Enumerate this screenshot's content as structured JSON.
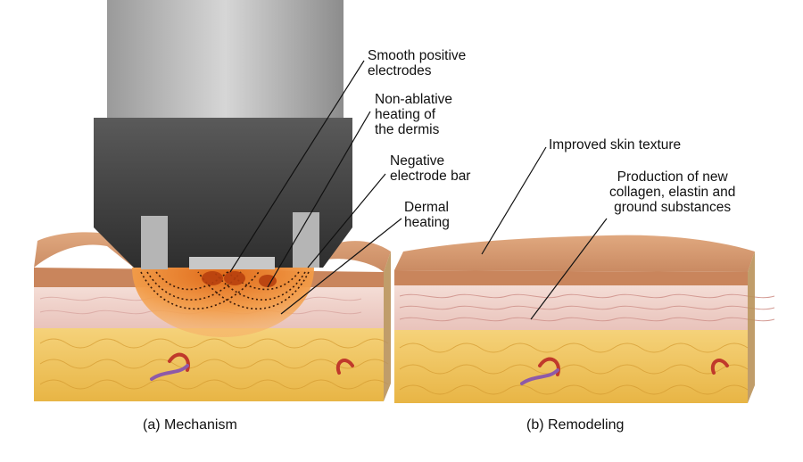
{
  "panels": [
    {
      "caption": "(a) Mechanism",
      "labels": [
        "Smooth positive\nelectrodes",
        "Non-ablative\nheating of\nthe dermis",
        "Negative\nelectrode bar",
        "Dermal\nheating"
      ]
    },
    {
      "caption": "(b) Remodeling",
      "labels": [
        "Improved skin texture",
        "Production of new\ncollagen, elastin and\nground substances"
      ]
    }
  ],
  "colors": {
    "epidermis": "#d79a72",
    "dermis": "#f1d6cf",
    "fat": "#f0c65a",
    "heat": "#f08a2c",
    "device": "#6e6e6e"
  }
}
